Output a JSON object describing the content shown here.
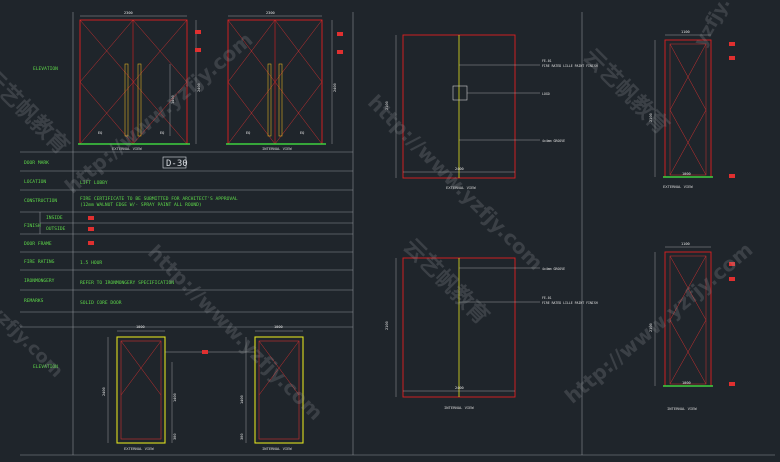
{
  "door_code": "D-30",
  "schedule": {
    "rows": [
      {
        "label": "DOOR MARK",
        "value": ""
      },
      {
        "label": "LOCATION",
        "value": "LIFT LOBBY"
      },
      {
        "label": "CONSTRUCTION",
        "value": "FIRE CERTIFICATE TO BE SUBMITTED FOR ARCHITECT'S APPROVAL"
      },
      {
        "label": "",
        "value": "(12mm WALNUT EDGE W/- SPRAY PAINT ALL ROUND)"
      },
      {
        "label": "INSIDE",
        "value": ""
      },
      {
        "label": "OUTSIDE",
        "value": ""
      },
      {
        "label": "FINISH",
        "value": ""
      },
      {
        "label": "DOOR FRAME",
        "value": ""
      },
      {
        "label": "FIRE RATING",
        "value": "1.5 HOUR"
      },
      {
        "label": "IRONMONGERY",
        "value": "REFER TO IRONMONGERY SPECIFICATION"
      },
      {
        "label": "REMARKS",
        "value": "SOLID CORE DOOR"
      }
    ]
  },
  "elevation_label": "ELEVATION",
  "views": {
    "external": "EXTERNAL VIEW",
    "internal": "INTERNAL VIEW"
  },
  "dimensions": {
    "top_width": "2300",
    "height_a": "2400",
    "height_b": "1400",
    "leaf": "1000",
    "offset": "300",
    "eq": "EQ",
    "narrow_width": "1100",
    "narrow_leaf": "1000",
    "narrow_height": "2100",
    "big_height": "2100",
    "big_width": "2400"
  },
  "callouts": {
    "fe": "FE-01",
    "fe_note": "FIRE RATED LILLE PAINT FINISH",
    "logo": "LOGO",
    "note": "4x4mm GROOVE"
  },
  "watermarks": [
    "http://www.yzfjy.com",
    "云艺帆教育",
    "yzfjy.com"
  ]
}
